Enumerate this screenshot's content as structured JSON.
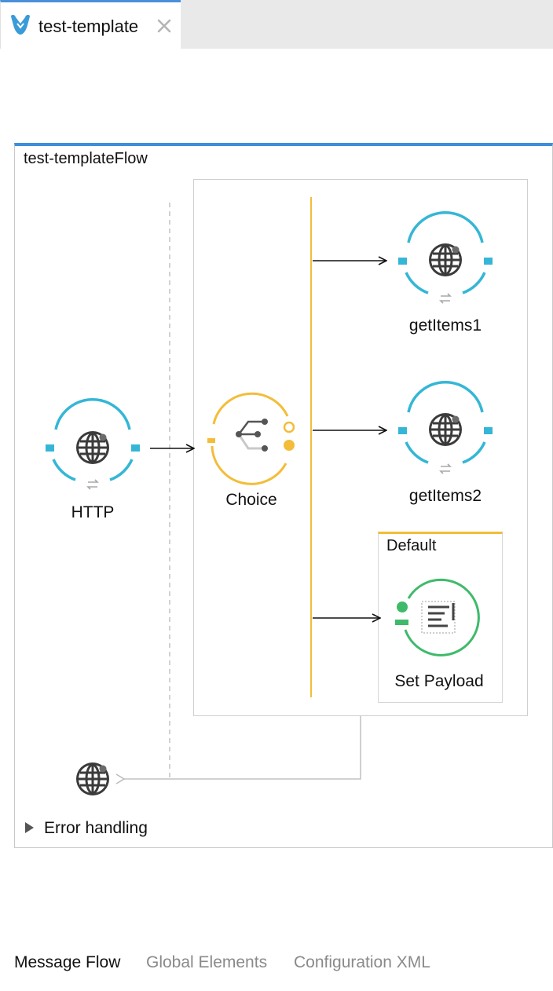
{
  "editor_tab": {
    "title": "test-template"
  },
  "flow": {
    "title": "test-templateFlow"
  },
  "nodes": {
    "http": {
      "label": "HTTP"
    },
    "choice": {
      "label": "Choice"
    },
    "get1": {
      "label": "getItems1"
    },
    "get2": {
      "label": "getItems2"
    },
    "default_route": {
      "label": "Default"
    },
    "set_payload": {
      "label": "Set Payload"
    }
  },
  "error_handling": {
    "label": "Error handling"
  },
  "bottom_tabs": {
    "message_flow": "Message Flow",
    "global_elements": "Global Elements",
    "configuration_xml": "Configuration XML"
  },
  "colors": {
    "http_accent": "#35b6d6",
    "choice_accent": "#f3bd3a",
    "set_payload_accent": "#3fba6a",
    "flow_header": "#3d8fdc"
  },
  "icons": [
    "mule-icon",
    "close-icon",
    "globe-icon",
    "choice-router-icon",
    "set-payload-icon",
    "exchange-icon",
    "expand-arrow-icon"
  ]
}
